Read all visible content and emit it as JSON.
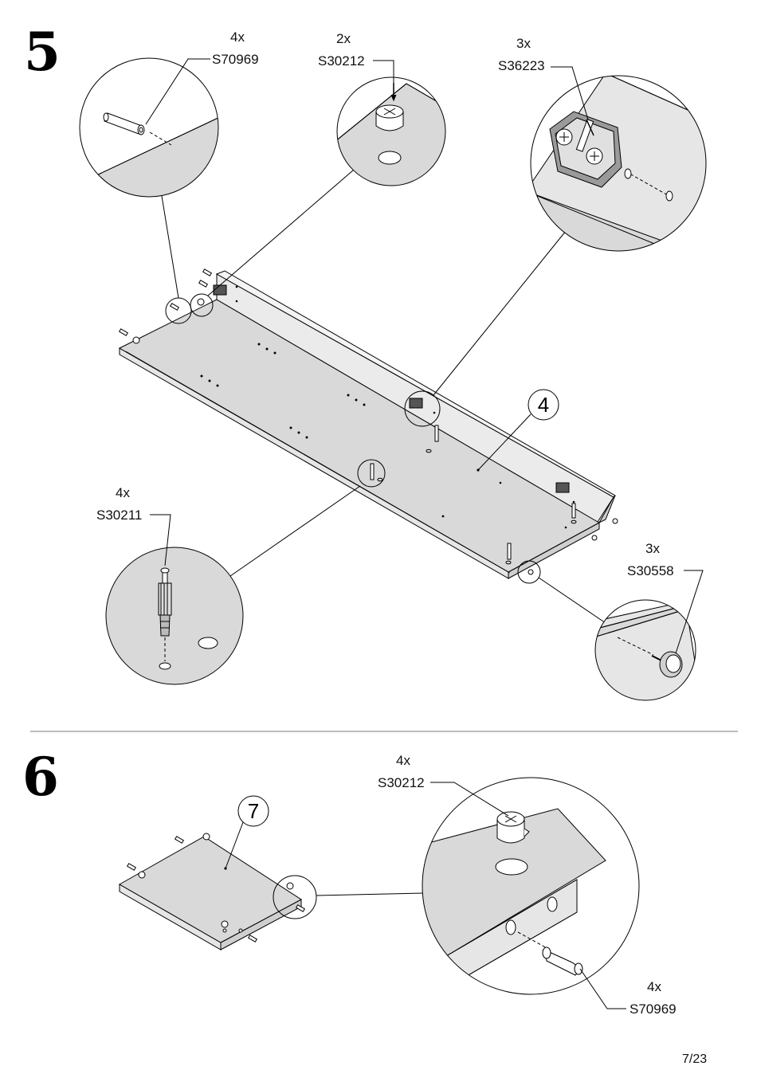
{
  "steps": [
    {
      "number": "5",
      "callouts": [
        {
          "qty": "4x",
          "code": "S70969"
        },
        {
          "qty": "2x",
          "code": "S30212"
        },
        {
          "qty": "3x",
          "code": "S36223"
        },
        {
          "qty": "4x",
          "code": "S30211"
        },
        {
          "qty": "3x",
          "code": "S30558"
        }
      ],
      "part_label": "4"
    },
    {
      "number": "6",
      "callouts": [
        {
          "qty": "4x",
          "code": "S30212"
        },
        {
          "qty": "4x",
          "code": "S70969"
        }
      ],
      "part_label": "7"
    }
  ],
  "page": "7/23",
  "colors": {
    "panel_fill": "#d9d9d9",
    "line": "#000000",
    "background": "#ffffff"
  }
}
